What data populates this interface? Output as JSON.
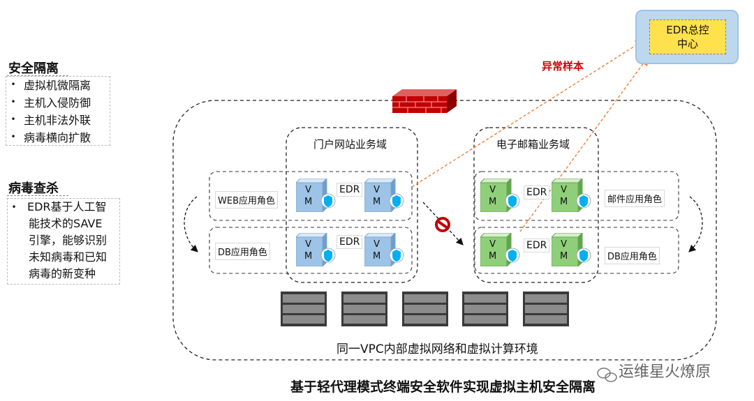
{
  "left_panel": {
    "section1": {
      "title": "安全隔离",
      "items": [
        "虚拟机微隔离",
        "主机入侵防御",
        "主机非法外联",
        "病毒横向扩散"
      ]
    },
    "section2": {
      "title": "病毒查杀",
      "lines": [
        "EDR基于人工智",
        "能技术的SAVE",
        "引擎，能够识别",
        "未知病毒和已知",
        "病毒的新变种"
      ]
    },
    "bullet": "•"
  },
  "edr_center": {
    "line1": "EDR总控",
    "line2": "中心"
  },
  "abnormal_sample": "异常样本",
  "domains": {
    "portal": "门户网站业务域",
    "mail": "电子邮箱业务域"
  },
  "roles": {
    "web": "WEB应用角色",
    "db_left": "DB应用角色",
    "mail": "邮件应用角色",
    "db_right": "DB应用角色"
  },
  "edr_label": "EDR",
  "vm": {
    "v": "V",
    "m": "M"
  },
  "vpc_caption": "同一VPC内部虚拟网络和虚拟计算环境",
  "bottom_caption": "基于轻代理模式终端安全软件实现虚拟主机安全隔离",
  "watermark": "运维星火燎原",
  "colors": {
    "vm_blue": "#9dc3e6",
    "vm_green": "#8fcf7a",
    "edr_yellow": "#ffe14d",
    "edr_blue": "#bdd7ee",
    "firewall_red": "#c00000",
    "arrow_orange": "#ed7d31",
    "abnormal_red": "#d00000",
    "shield_blue": "#00b0f0"
  }
}
